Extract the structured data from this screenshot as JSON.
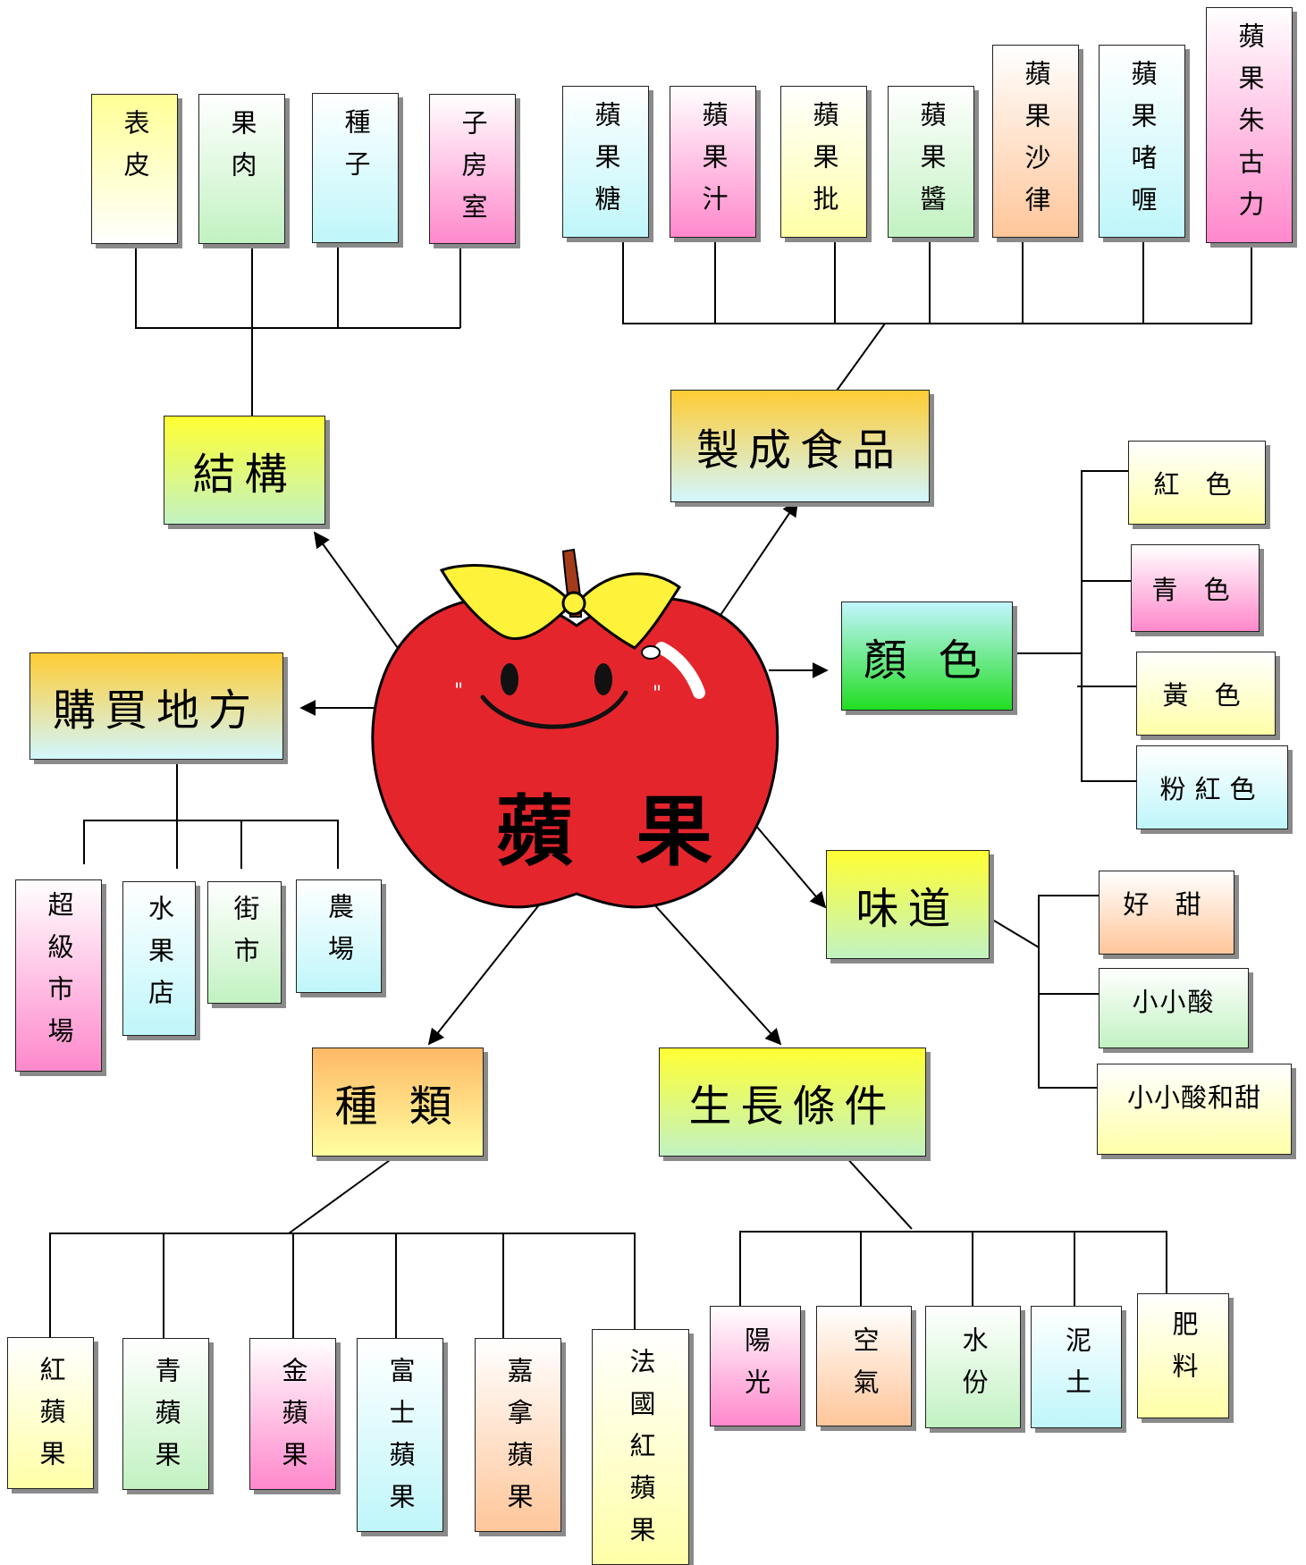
{
  "center": {
    "label": "蘋 果"
  },
  "categories": {
    "structure": "結構",
    "foods": "製成食品",
    "colors": "顏 色",
    "taste": "味道",
    "growth": "生長條件",
    "kinds": "種 類",
    "buy": "購買地方"
  },
  "structure_items": [
    "表皮",
    "果肉",
    "種子",
    "子房室"
  ],
  "food_items": [
    "蘋果糖",
    "蘋果汁",
    "蘋果批",
    "蘋果醬",
    "蘋果沙律",
    "蘋果啫喱",
    "蘋果朱古力"
  ],
  "color_items": [
    "紅 色",
    "青 色",
    "黃 色",
    "粉紅色"
  ],
  "taste_items": [
    "好 甜",
    "小小酸",
    "小小酸和甜"
  ],
  "growth_items": [
    "陽光",
    "空氣",
    "水份",
    "泥土",
    "肥料"
  ],
  "kind_items": [
    "紅蘋果",
    "青蘋果",
    "金蘋果",
    "富士蘋果",
    "嘉拿蘋果",
    "法國紅蘋果"
  ],
  "buy_items": [
    "超級市場",
    "水果店",
    "街市",
    "農場"
  ]
}
